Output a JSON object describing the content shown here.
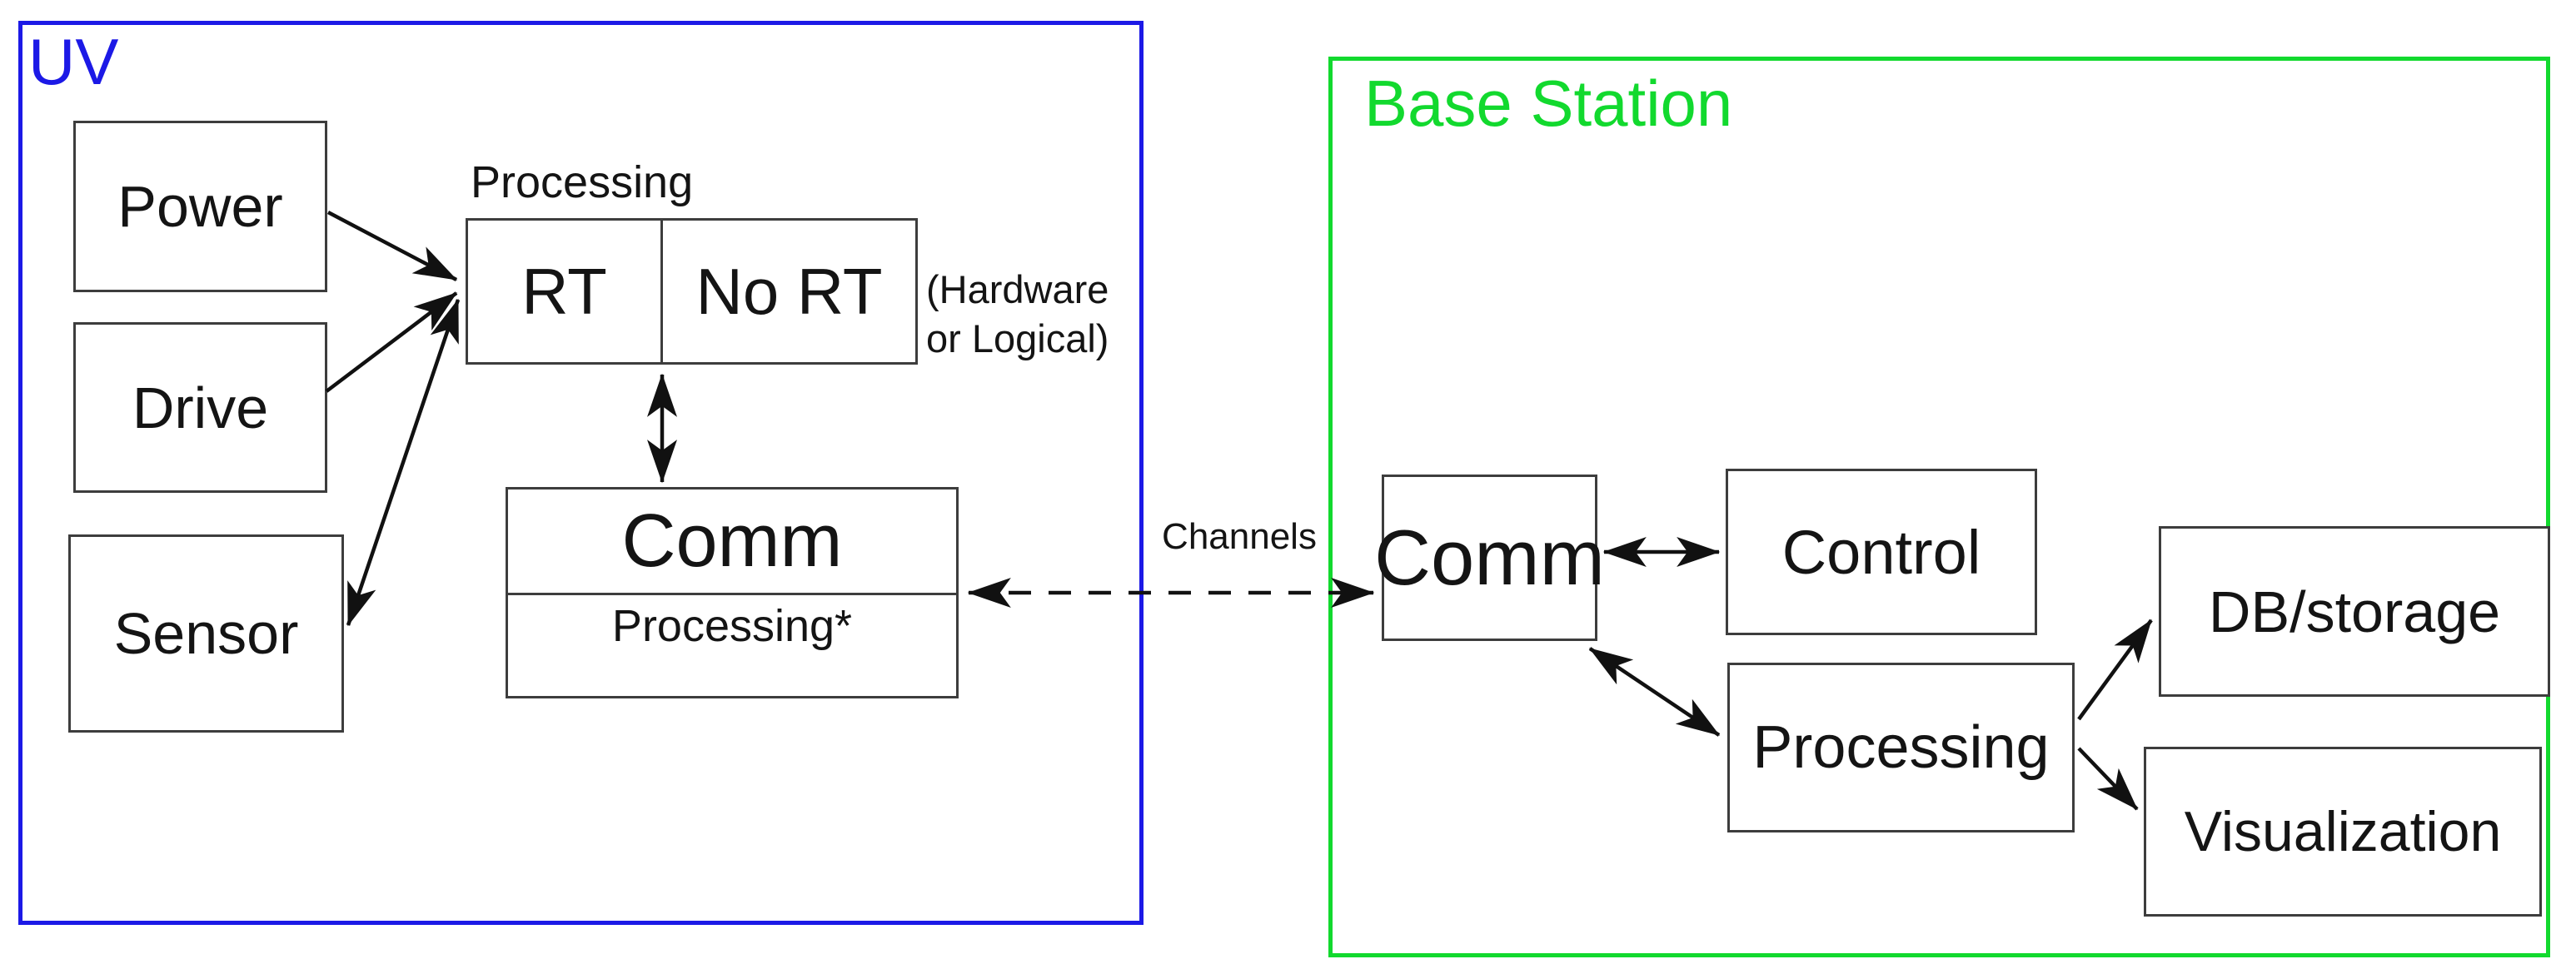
{
  "colors": {
    "uv_border": "#1c19e6",
    "base_station_border": "#12d92e",
    "box_border": "#3d3d3d",
    "text": "#141414",
    "arrow": "#111111"
  },
  "uv": {
    "label": "UV",
    "power": "Power",
    "drive": "Drive",
    "sensor": "Sensor",
    "processing_header": "Processing",
    "rt": "RT",
    "no_rt": "No RT",
    "hardware_note_line1": "(Hardware",
    "hardware_note_line2": "or Logical)",
    "comm_title": "Comm",
    "comm_subtitle": "Processing*"
  },
  "link": {
    "channels_label": "Channels"
  },
  "base_station": {
    "label": "Base Station",
    "comm": "Comm",
    "control": "Control",
    "processing": "Processing",
    "db_storage": "DB/storage",
    "visualization": "Visualization"
  }
}
